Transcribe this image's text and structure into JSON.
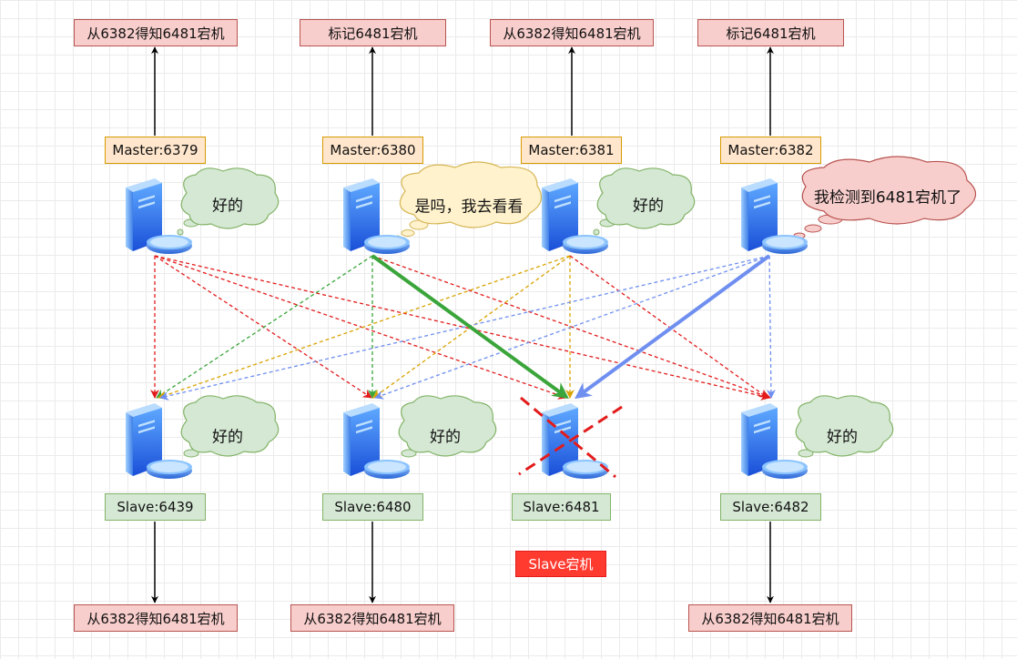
{
  "notices": {
    "m6379": "从6382得知6481宕机",
    "m6380": "标记6481宕机",
    "m6381": "从6382得知6481宕机",
    "m6382": "标记6481宕机",
    "s6439": "从6382得知6481宕机",
    "s6480": "从6382得知6481宕机",
    "s6482": "从6382得知6481宕机"
  },
  "masters": {
    "m6379": "Master:6379",
    "m6380": "Master:6380",
    "m6381": "Master:6381",
    "m6382": "Master:6382"
  },
  "slaves": {
    "s6439": "Slave:6439",
    "s6480": "Slave:6480",
    "s6481": "Slave:6481",
    "s6482": "Slave:6482"
  },
  "bubbles": {
    "m6379": "好的",
    "m6380": "是吗，我去看看",
    "m6381": "好的",
    "m6382": "我检测到6481宕机了",
    "s6439": "好的",
    "s6480": "好的",
    "s6482": "好的"
  },
  "status_label": "Slave宕机",
  "colors": {
    "notice_fill": "#f8cecc",
    "notice_border": "#b85450",
    "master_fill": "#ffe6cc",
    "master_border": "#d79b00",
    "slave_fill": "#d5e8d4",
    "slave_border": "#82b366",
    "bubble_green": "#d5e8d4",
    "bubble_yellow": "#fff2cc",
    "bubble_red": "#f8cecc",
    "status_red": "#ff3b30",
    "edge_from_6379": "#e31b1b",
    "edge_from_6380": "#3aa53a",
    "edge_from_6381": "#d9a300",
    "edge_from_6382": "#6f8ff0"
  },
  "icons": {
    "server": "server-icon",
    "down_mark": "red-x-icon"
  }
}
